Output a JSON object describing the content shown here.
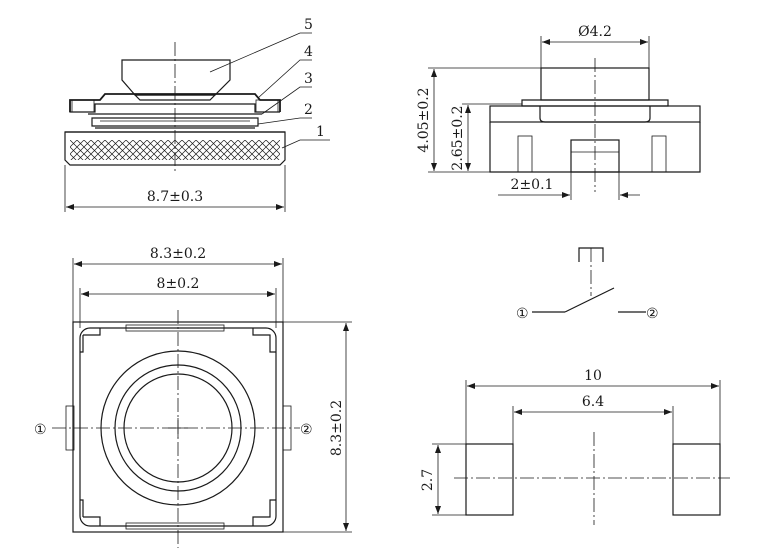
{
  "side_view": {
    "part_labels": [
      "1",
      "2",
      "3",
      "4",
      "5"
    ],
    "width_dim": "8.7±0.3"
  },
  "front_view": {
    "diameter_dim": "Ø4.2",
    "height_total_dim": "4.05±0.2",
    "height_body_dim": "2.65±0.2",
    "terminal_dim": "2±0.1"
  },
  "top_view": {
    "outer_width_dim": "8.3±0.2",
    "inner_width_dim": "8±0.2",
    "height_dim": "8.3±0.2",
    "terminal_left": "①",
    "terminal_right": "②"
  },
  "schematic": {
    "terminal_left": "①",
    "terminal_right": "②"
  },
  "pcb_layout": {
    "outer_dim": "10",
    "inner_dim": "6.4",
    "pad_height_dim": "2.7"
  }
}
